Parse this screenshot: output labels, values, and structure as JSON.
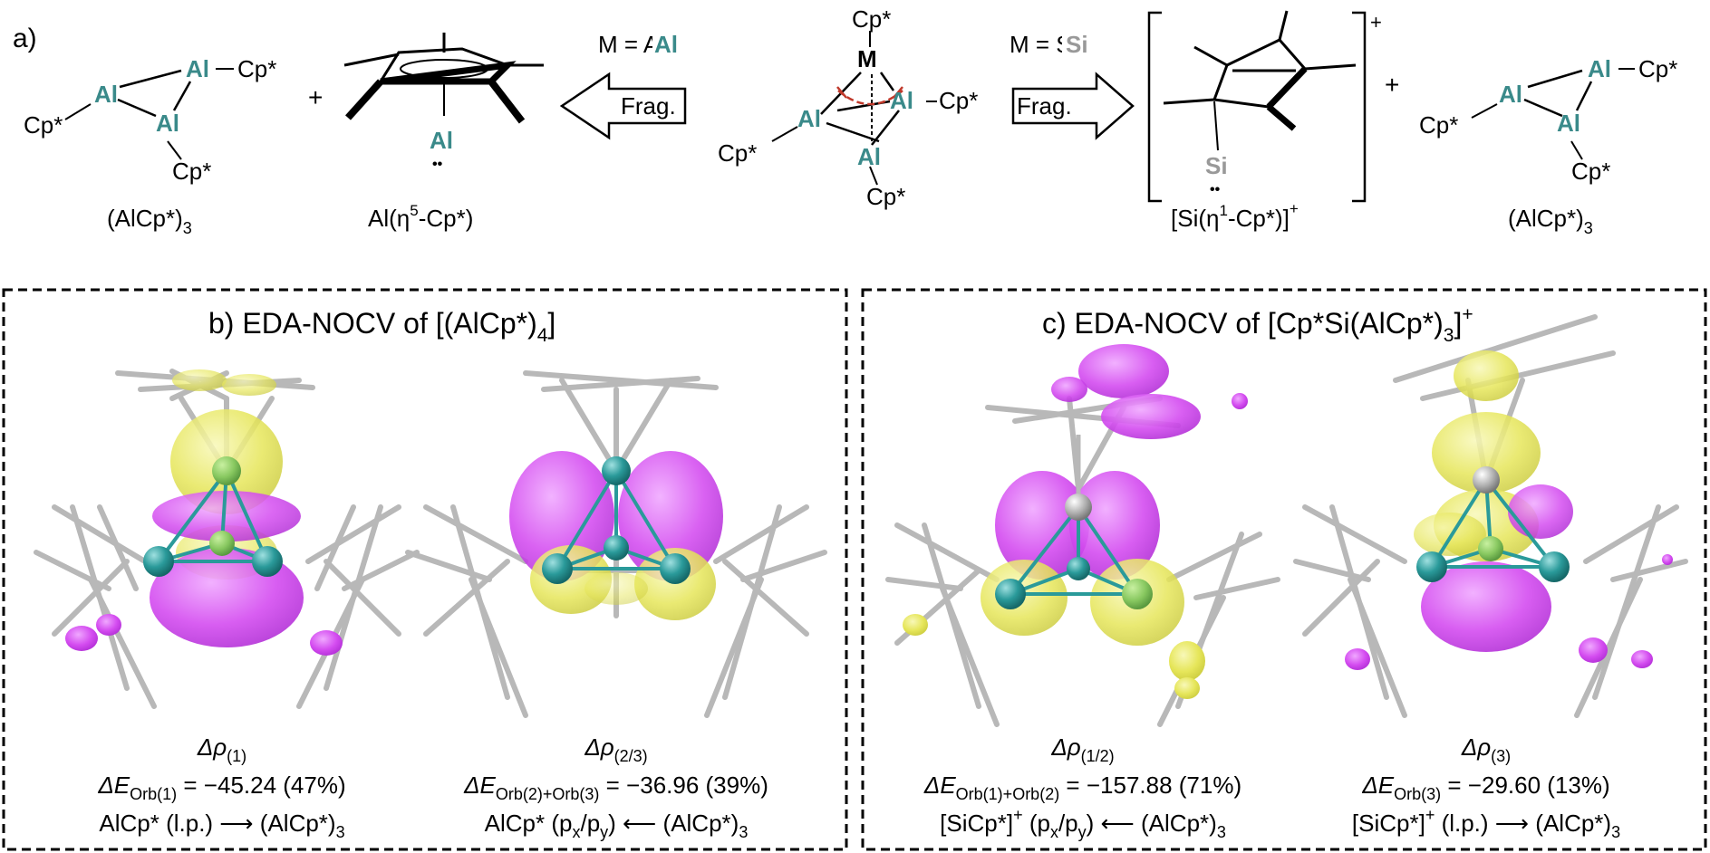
{
  "panel_a": {
    "label": "a)",
    "atoms": {
      "al": "Al",
      "si": "Si",
      "m": "M",
      "cp": "Cp*"
    },
    "fragment_arrows": {
      "left_condition": "M = Al",
      "right_condition": "M = Si",
      "arrow_text": "Frag."
    },
    "captions": {
      "alcp3": "(AlCp*)",
      "alcp3_sub": "3",
      "al_eta5": "Al(η",
      "al_eta5_sup": "5",
      "al_eta5_tail": "-Cp*)",
      "si_eta1": "[Si(η",
      "si_eta1_sup": "1",
      "si_eta1_tail": "-Cp*)]",
      "si_eta1_charge": "+"
    },
    "plus": "+",
    "cation_charge": "+",
    "lone_pair": "••"
  },
  "panel_b": {
    "title": "b) EDA-NOCV of [(AlCp*)",
    "title_sub": "4",
    "title_end": "]",
    "left": {
      "rho": "Δρ",
      "rho_sub": "(1)",
      "energy_label": "ΔE",
      "energy_sub": "Orb(1)",
      "energy_value": " = −45.24 (47%)",
      "process": "AlCp* (l.p.) ⟶ (AlCp*)",
      "process_sub": "3"
    },
    "right": {
      "rho": "Δρ",
      "rho_sub": "(2/3)",
      "energy_label": "ΔE",
      "energy_sub": "Orb(2)+Orb(3)",
      "energy_value": " = −36.96 (39%)",
      "process": "AlCp* (p",
      "process_x": "x",
      "process_mid": "/p",
      "process_y": "y",
      "process_tail": ") ⟵ (AlCp*)",
      "process_sub": "3"
    }
  },
  "panel_c": {
    "title": "c) EDA-NOCV of [Cp*Si(AlCp*)",
    "title_sub": "3",
    "title_end": "]",
    "title_sup": "+",
    "left": {
      "rho": "Δρ",
      "rho_sub": "(1/2)",
      "energy_label": "ΔE",
      "energy_sub": "Orb(1)+Orb(2)",
      "energy_value": " = −157.88 (71%)",
      "process": "[SiCp*]",
      "process_sup": "+",
      "process_mid": " (p",
      "process_x": "x",
      "process_mid2": "/p",
      "process_y": "y",
      "process_tail": ") ⟵ (AlCp*)",
      "process_sub": "3"
    },
    "right": {
      "rho": "Δρ",
      "rho_sub": "(3)",
      "energy_label": "ΔE",
      "energy_sub": "Orb(3)",
      "energy_value": " = −29.60 (13%)",
      "process": "[SiCp*]",
      "process_sup": "+",
      "process_tail": " (l.p.) ⟶ (AlCp*)",
      "process_sub": "3"
    }
  },
  "colors": {
    "al": "#3a8a8a",
    "si": "#999999",
    "magenta": "#d44cf0",
    "yellow": "#e6e65a",
    "teal_atom": "#2a9a9a",
    "bond_grey": "#b8b8b8",
    "red_mark": "#c0392b"
  }
}
